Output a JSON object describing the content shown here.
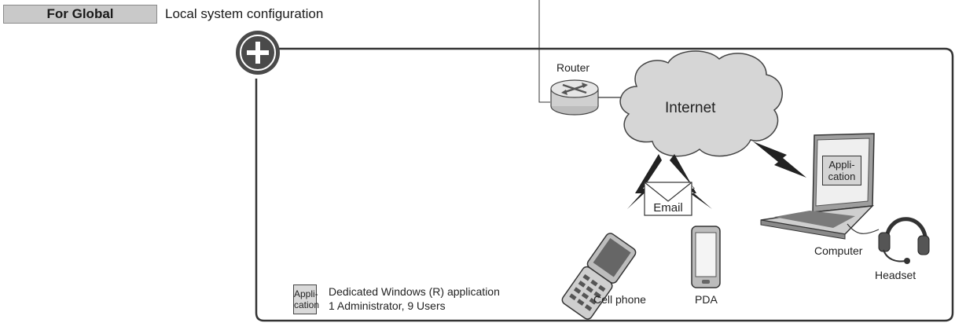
{
  "header": {
    "tag": "For Global",
    "subtitle": "Local system configuration"
  },
  "diagram": {
    "router": "Router",
    "internet": "Internet",
    "email": "Email",
    "cell_phone": "Cell phone",
    "pda": "PDA",
    "computer": "Computer",
    "headset": "Headset",
    "app_screen_line1": "Appli-",
    "app_screen_line2": "cation"
  },
  "legend": {
    "box_line1": "Appli-",
    "box_line2": "cation",
    "line1": "Dedicated Windows (R) application",
    "line2": "1 Administrator, 9 Users"
  },
  "colors": {
    "tag_bg": "#c9c9c9",
    "frame": "#333333",
    "plus_badge": "#4a4a4a",
    "cloud": "#d6d6d6"
  }
}
